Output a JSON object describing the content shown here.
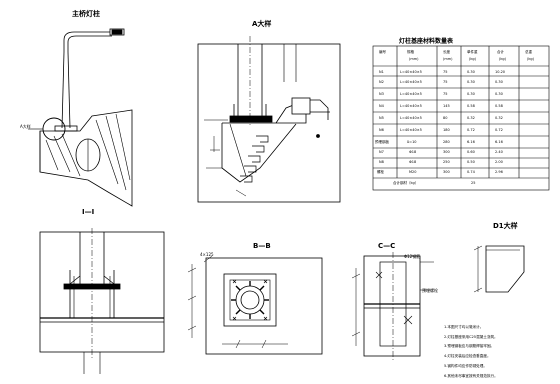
{
  "labels": {
    "main_pole": "主桥灯柱",
    "view_a": "A大样",
    "section_ii": "I—I",
    "section_bb": "B—B",
    "section_cc": "C—C",
    "view_d": "D1大样",
    "callout_a": "A大样",
    "bar_label": "Φ12钢筋",
    "anchor_label": "预埋螺栓",
    "dim_label": "4×125"
  },
  "table": {
    "title": "灯柱基座材料数量表",
    "headers": [
      "编号",
      "规格",
      "长度",
      "单件重",
      "合计",
      "总重"
    ],
    "units": [
      "",
      "(mm)",
      "(mm)",
      "(kg)",
      "(kg)",
      "(kg)"
    ],
    "rows": [
      [
        "N1",
        "L=40×40×5",
        "75",
        "0.30",
        "10.20",
        ""
      ],
      [
        "N2",
        "L=40×40×5",
        "75",
        "0.30",
        "0.30",
        ""
      ],
      [
        "N3",
        "L=40×40×5",
        "75",
        "0.30",
        "0.30",
        ""
      ],
      [
        "N4",
        "L=40×40×5",
        "145",
        "0.58",
        "0.58",
        ""
      ],
      [
        "N5",
        "L=40×40×5",
        "80",
        "0.32",
        "0.32",
        ""
      ],
      [
        "N6",
        "L=40×40×5",
        "180",
        "0.72",
        "0.72",
        ""
      ],
      [
        "预埋钢板",
        "δ=10",
        "280",
        "6.16",
        "6.16",
        ""
      ],
      [
        "N7",
        "Φ18",
        "300",
        "0.60",
        "2.40",
        ""
      ],
      [
        "N8",
        "Φ18",
        "250",
        "0.50",
        "2.00",
        ""
      ],
      [
        "螺栓",
        "M20",
        "300",
        "0.74",
        "2.96",
        ""
      ]
    ],
    "total_label": "合计钢材（kg）",
    "total_value": "25"
  },
  "notes": [
    "1.本图尺寸均以毫米计。",
    "2.灯柱基座采用C25混凝土浇筑。",
    "3.预埋钢板应与钢筋焊接牢固。",
    "4.灯柱安装后应检查垂直度。",
    "5.钢构件均应作防锈处理。",
    "6.其他未尽事宜按有关规范执行。"
  ]
}
